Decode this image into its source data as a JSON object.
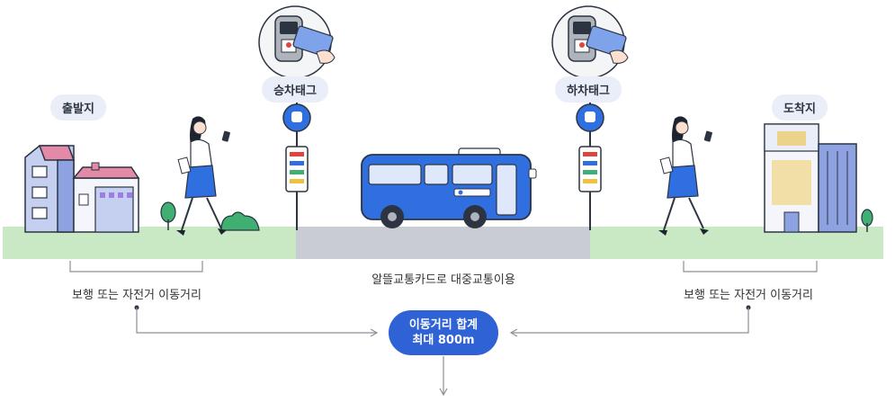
{
  "labels": {
    "origin": "출발지",
    "destination": "도착지",
    "board_tag": "승차태그",
    "alight_tag": "하차태그",
    "walk_left": "보행 또는 자전거 이동거리",
    "walk_right": "보행 또는 자전거 이동거리",
    "transit": "알뜰교통카드로 대중교통이용",
    "total_line1": "이동거리 합계",
    "total_line2": "최대 800m"
  },
  "colors": {
    "ground_green": "#c8e9c3",
    "road_gray": "#c9ccd2",
    "bus_blue": "#2f6fe0",
    "accent_blue": "#2f62d5",
    "pill_bg": "#e9eef8",
    "line_gray": "#8b9098"
  },
  "icons": [
    "card-reader-icon",
    "bus-stop-sign-icon",
    "building-icon",
    "walking-woman-icon",
    "bus-icon",
    "tree-icon"
  ]
}
